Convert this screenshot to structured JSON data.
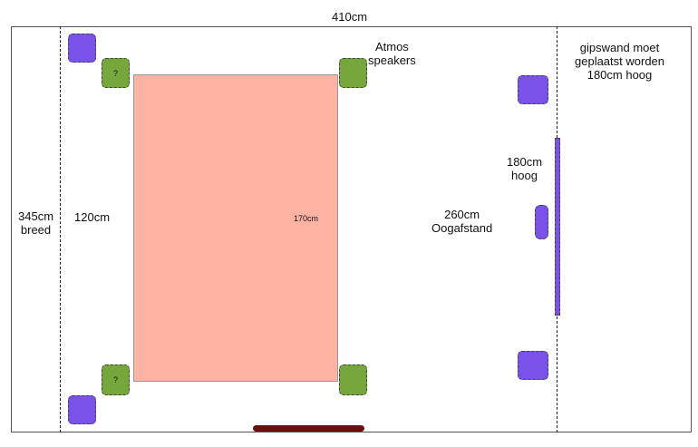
{
  "labels": {
    "width_top": "410cm",
    "depth_left_line1": "345cm",
    "depth_left_line2": "breed",
    "bed_width": "120cm",
    "bed_length": "170cm",
    "atmos_line1": "Atmos",
    "atmos_line2": "speakers",
    "height_line1": "180cm",
    "height_line2": "hoog",
    "view_distance_line1": "260cm",
    "view_distance_line2": "Oogafstand",
    "drywall_line1": "gipswand moet",
    "drywall_line2": "geplaatst worden",
    "drywall_line3": "180cm hoog"
  },
  "speakers": {
    "unknown_mark": "?"
  },
  "colors": {
    "bed": "#fdb3a3",
    "speaker_purple": "#7a52ea",
    "speaker_green": "#76a63c",
    "tv_bar": "#6b0e0e"
  }
}
